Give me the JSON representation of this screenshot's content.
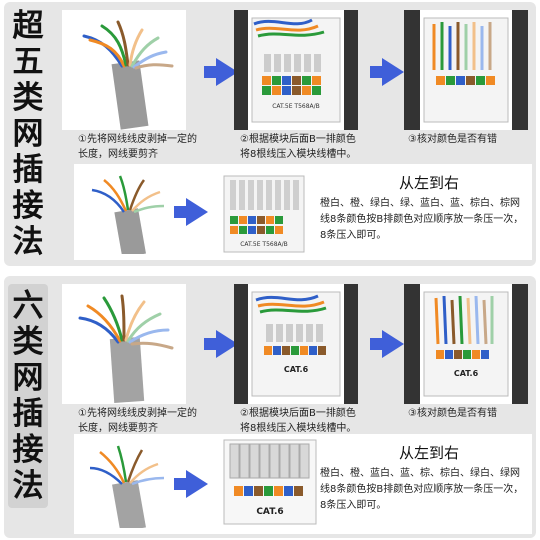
{
  "cat5e": {
    "title_chars": [
      "超",
      "五",
      "类",
      "网",
      "插",
      "接",
      "法"
    ],
    "step1_caption": "①先将网线线皮剥掉一定的\n长度，网线要剪齐",
    "step2_caption": "②根据模块后面B一排颜色\n将8根线压入模块线槽中。",
    "step3_caption": "③核对颜色是否有错",
    "module_label": "CAT.5E    T568A/B",
    "panel_title": "从左到右",
    "panel_text": "橙白、橙、绿白、绿、蓝白、蓝、棕白、棕网线8条颜色按B排颜色对应顺序放一条压一次，8条压入即可。"
  },
  "cat6": {
    "title_chars": [
      "六",
      "类",
      "网",
      "插",
      "接",
      "法"
    ],
    "step1_caption": "①先将网线线皮剥掉一定的\n长度，网线要剪齐",
    "step2_caption": "②根据模块后面B一排颜色\n将8根线压入模块线槽中。",
    "step3_caption": "③核对颜色是否有错",
    "module_label": "CAT.6",
    "panel_title": "从左到右",
    "panel_text": "橙白、橙、蓝白、蓝、棕、棕白、绿白、绿网线8条颜色按B排颜色对应顺序放一条压一次，8条压入即可。"
  },
  "colors": {
    "arrow": "#3f5fd9",
    "orange": "#f08a24",
    "green": "#2a9a3a",
    "blue": "#2f5fc8",
    "brown": "#8a5a2b"
  }
}
